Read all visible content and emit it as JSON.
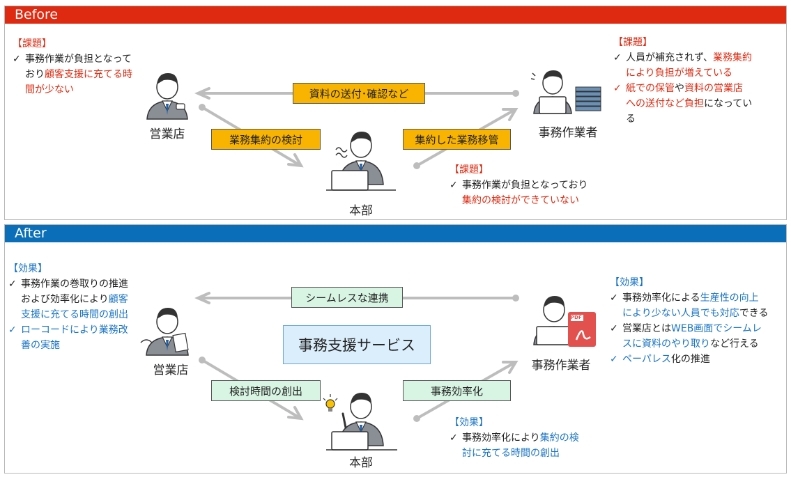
{
  "before": {
    "header": "Before",
    "left_note": {
      "heading": "【課題】",
      "item1": {
        "a": "事務作業が負担となって",
        "b": "おり",
        "c": "顧客支援に充てる時",
        "d": "間が少ない"
      }
    },
    "right_note": {
      "heading": "【課題】",
      "item1": {
        "a": "人員が補充されず、",
        "b": "業務集約",
        "c": "により負担が増えている"
      },
      "item2": {
        "a": "紙での保管",
        "b": "や",
        "c": "資料の営業店",
        "d": "への送付など負担",
        "e": "になってい",
        "f": "る"
      }
    },
    "center_note": {
      "heading": "【課題】",
      "item1": {
        "a": "事務作業が負担となっており",
        "b": "集約の検討ができていない"
      }
    },
    "labels": {
      "top": "資料の送付･確認など",
      "left": "業務集約の検討",
      "right": "集約した業務移管"
    },
    "people": {
      "sales": "営業店",
      "hq": "本部",
      "worker": "事務作業者"
    }
  },
  "after": {
    "header": "After",
    "left_note": {
      "heading": "【効果】",
      "item1": {
        "a": "事務作業の巻取りの推進",
        "b": "および効率化により",
        "c": "顧客",
        "d": "支援に充てる時間の創出"
      },
      "item2": {
        "a": "ローコードにより業務改",
        "b": "善の実施"
      }
    },
    "right_note": {
      "heading": "【効果】",
      "item1": {
        "a": "事務効率化による",
        "b": "生産性の向上",
        "c": "により少ない人員でも対応",
        "d": "できる"
      },
      "item2": {
        "a": "営業店とは",
        "b": "WEB画面でシームレ",
        "c": "スに資料のやり取り",
        "d": "など行える"
      },
      "item3": {
        "a": "ペーパレス",
        "b": "化の推進"
      }
    },
    "center_note": {
      "heading": "【効果】",
      "item1": {
        "a": "事務効率化により",
        "b": "集約の検",
        "c": "討に充てる時間の創出"
      }
    },
    "labels": {
      "top": "シームレスな連携",
      "left": "検討時間の創出",
      "right": "事務効率化",
      "service": "事務支援サービス"
    },
    "people": {
      "sales": "営業店",
      "hq": "本部",
      "worker": "事務作業者"
    },
    "pdf_label": "PDF"
  },
  "check": "✓",
  "colors": {
    "before": "#dd2a10",
    "after": "#0a6fb8",
    "yellow": "#f8b400",
    "mint": "#d8f5e3",
    "service": "#dbeefb"
  }
}
